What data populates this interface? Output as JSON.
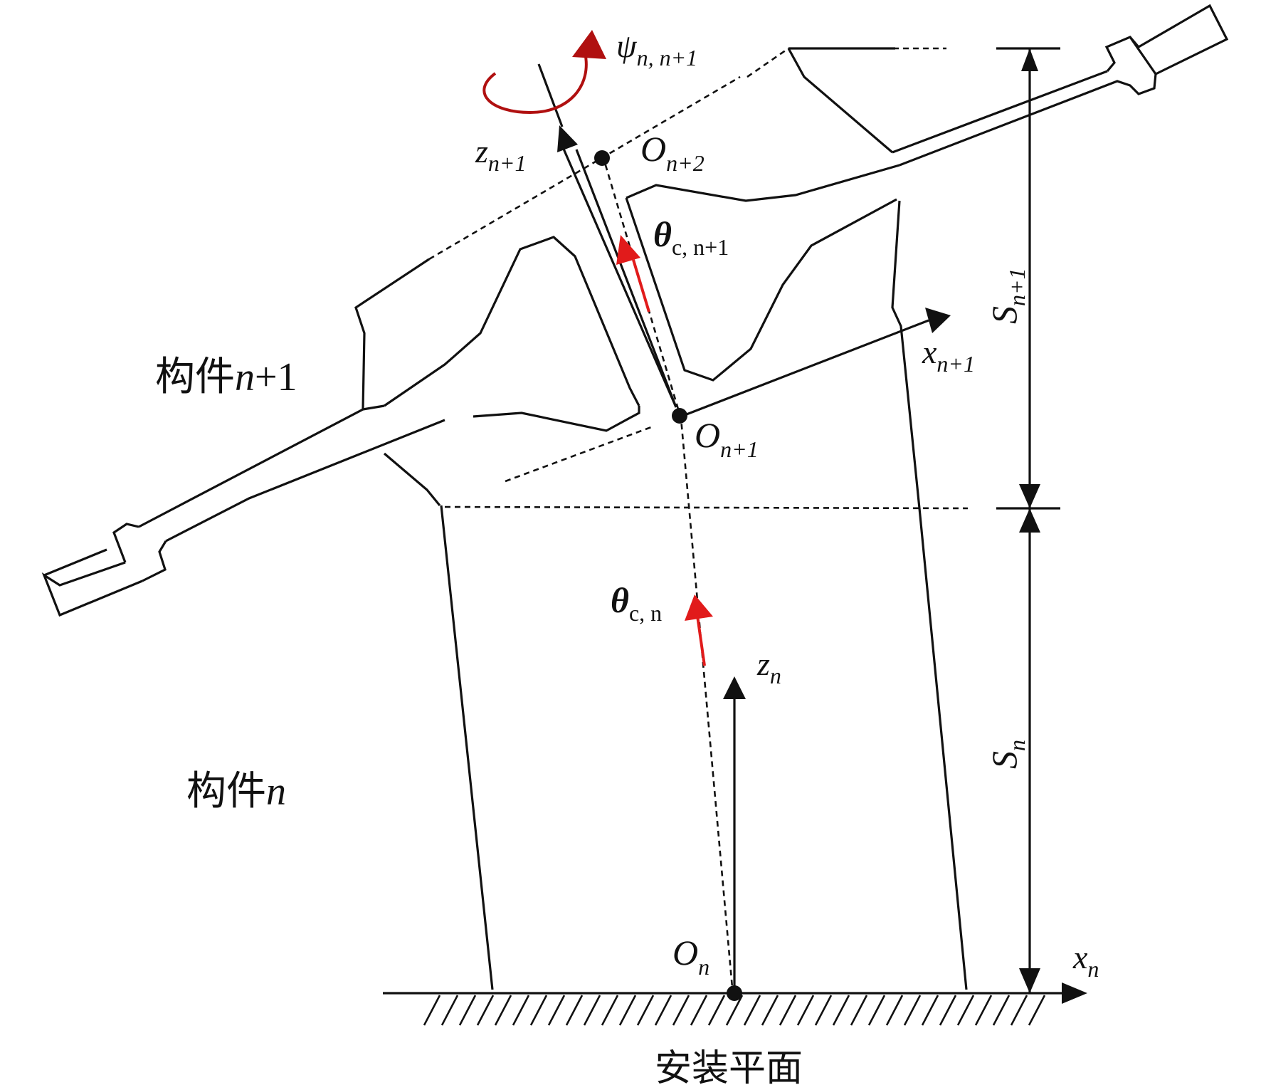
{
  "labels": {
    "member_n": {
      "main": "构件",
      "var": "n"
    },
    "member_n1": {
      "main": "构件",
      "var": "n",
      "suffix": "+1"
    },
    "mount_plane": "安装平面",
    "psi": {
      "base": "ψ",
      "sub": "n, n+1"
    },
    "z_n1": {
      "base": "z",
      "sub": "n+1"
    },
    "x_n1": {
      "base": "x",
      "sub": "n+1"
    },
    "z_n": {
      "base": "z",
      "sub": "n"
    },
    "x_n": {
      "base": "x",
      "sub": "n"
    },
    "O_n": {
      "base": "O",
      "sub": "n"
    },
    "O_n1": {
      "base": "O",
      "sub": "n+1"
    },
    "O_n2": {
      "base": "O",
      "sub": "n+2"
    },
    "theta_cn": {
      "base": "θ",
      "sub": "c, n"
    },
    "theta_cn1": {
      "base": "θ",
      "sub": "c, n+1"
    },
    "S_n": {
      "base": "S",
      "sub": "n"
    },
    "S_n1": {
      "base": "S",
      "sub": "n+1"
    }
  },
  "colors": {
    "stroke": "#111111",
    "red_vector": "#e11b1b",
    "rotation_arrow": "#b01010"
  },
  "icons": {
    "rotation": "curved-rotation-arrow-icon",
    "ground": "hatched-ground-icon"
  }
}
